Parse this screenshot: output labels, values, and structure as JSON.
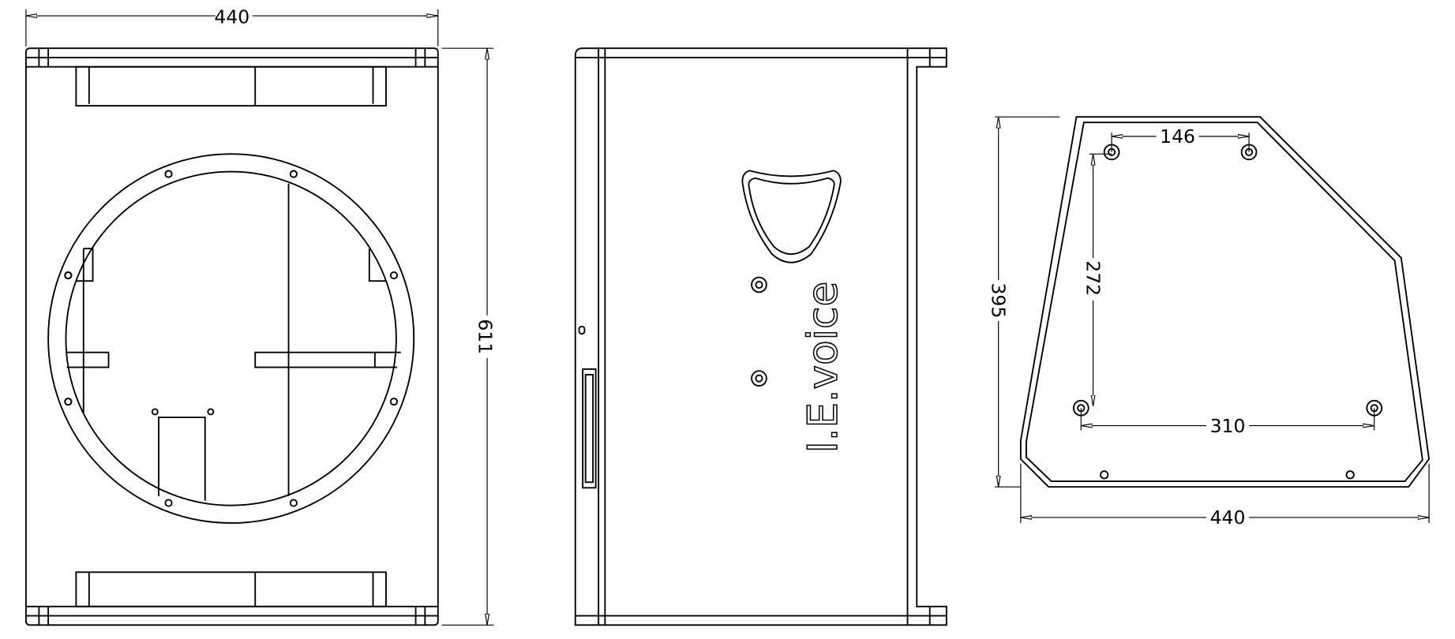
{
  "front_view": {
    "width_label": "440",
    "height_label": "611"
  },
  "side_view": {
    "logo_text": "I.E.voice"
  },
  "bottom_view": {
    "hole_spacing_top_label": "146",
    "hole_spacing_depth_label": "272",
    "depth_label": "395",
    "hole_spacing_bottom_label": "310",
    "width_label": "440"
  }
}
